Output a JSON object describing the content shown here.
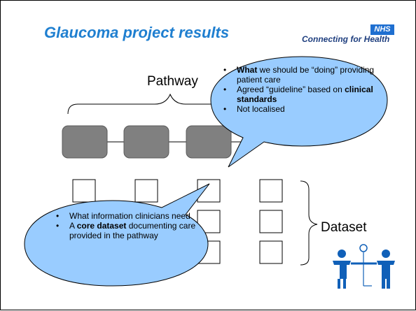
{
  "slide": {
    "title": "Glaucoma project results",
    "logo": {
      "nhs": "NHS",
      "tagline": "Connecting for Health"
    },
    "pathway_label": "Pathway",
    "dataset_label": "Dataset",
    "bubble_top": {
      "items": [
        {
          "bold": "What",
          "text": " we should be “doing” providing patient care"
        },
        {
          "pre": "Agreed “guideline” based on ",
          "bold": "clinical standards"
        },
        {
          "pre": "Not localised"
        }
      ]
    },
    "bubble_bottom": {
      "items": [
        {
          "pre": "What information clinicians need"
        },
        {
          "pre": "A ",
          "bold": "core dataset",
          "text": " documenting care provided in the pathway"
        }
      ]
    },
    "colors": {
      "title": "#1f7fd0",
      "bubble_fill": "#99ccff",
      "pathway_node": "#808080",
      "nhs_blue": "#1f6fd0",
      "people_icon": "#1060b8"
    },
    "icons": [
      "people-icon"
    ]
  }
}
